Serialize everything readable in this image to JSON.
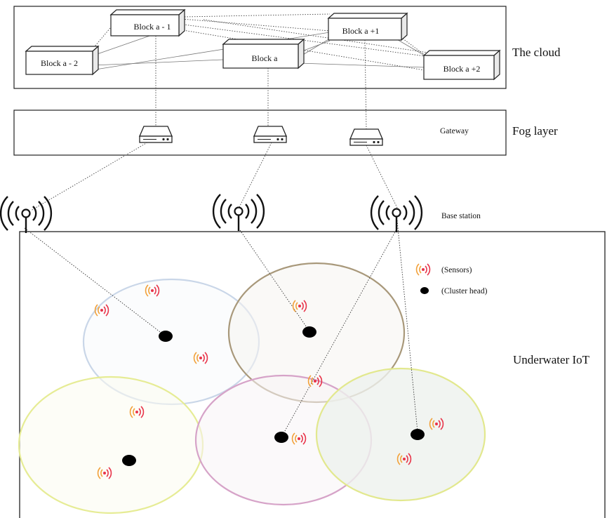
{
  "layers": {
    "cloud": "The cloud",
    "fog": "Fog layer",
    "underwater": "Underwater IoT"
  },
  "labels": {
    "gateway": "Gateway",
    "base_station": "Base station"
  },
  "blocks": {
    "a_minus_2": "Block a - 2",
    "a_minus_1": "Block a - 1",
    "a": "Block a",
    "a_plus_1": "Block a +1",
    "a_plus_2": "Block a +2"
  },
  "legend": {
    "sensors": "(Sensors)",
    "cluster_head": "(Cluster head)"
  },
  "colors": {
    "circle_top_left": "#c9d6e8",
    "circle_top_right": "#a8987a",
    "circle_bottom_left": "#e6ec95",
    "circle_bottom_middle": "#d6a3c8",
    "circle_bottom_right": "#e2e88e",
    "sensor_wave_outer": "#f2a13a",
    "sensor_wave_inner": "#e8344a"
  }
}
